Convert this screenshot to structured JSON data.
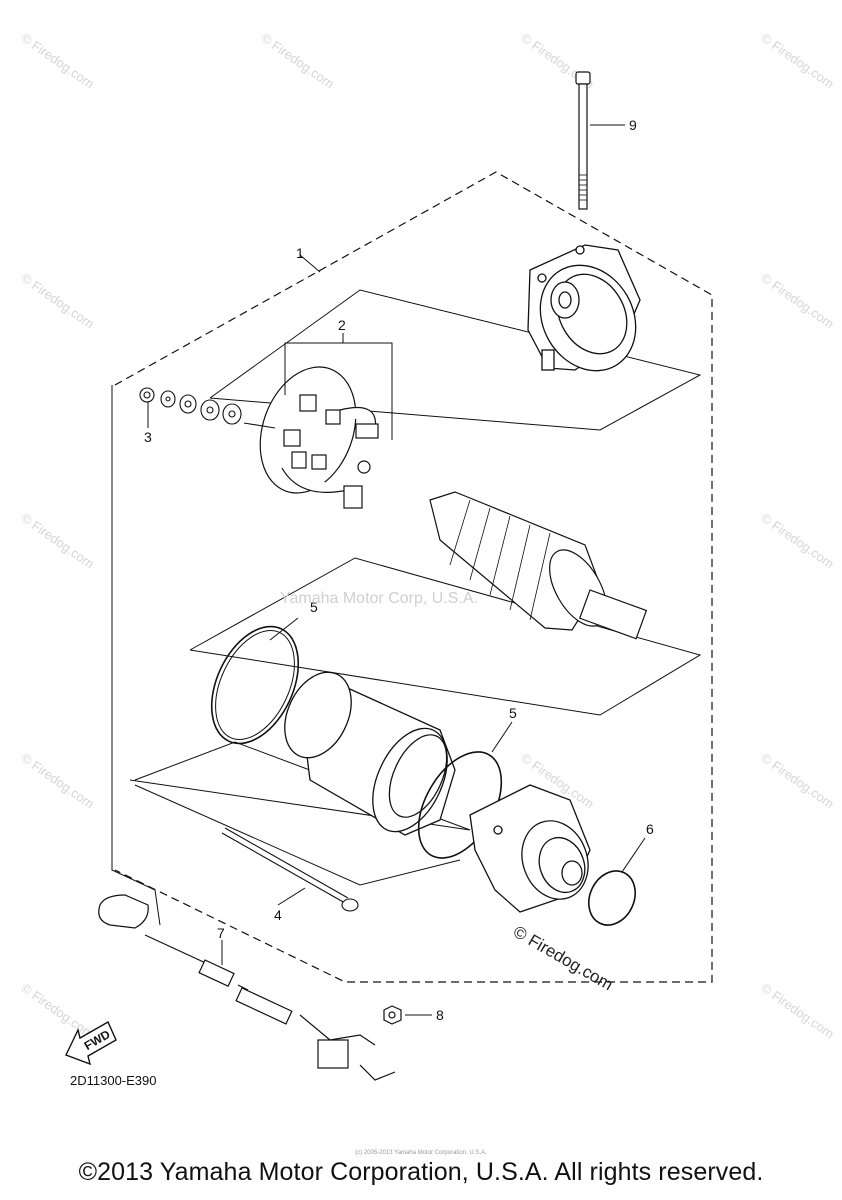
{
  "callouts": {
    "c1": "1",
    "c2": "2",
    "c3": "3",
    "c4": "4",
    "c5a": "5",
    "c5b": "5",
    "c6": "6",
    "c7": "7",
    "c8": "8",
    "c9": "9"
  },
  "diagram_code": "2D11300-E390",
  "fwd_label": "FWD",
  "center_mark": "Yamaha Motor Corp, U.S.A.",
  "firedog_mark": "© Firedog.com",
  "watermark_text": "© Firedog.com",
  "tiny_note": "(c) 2005-2013 Yamaha Motor Corporation, U.S.A.",
  "copyright": "©2013 Yamaha Motor Corporation, U.S.A. All rights reserved."
}
